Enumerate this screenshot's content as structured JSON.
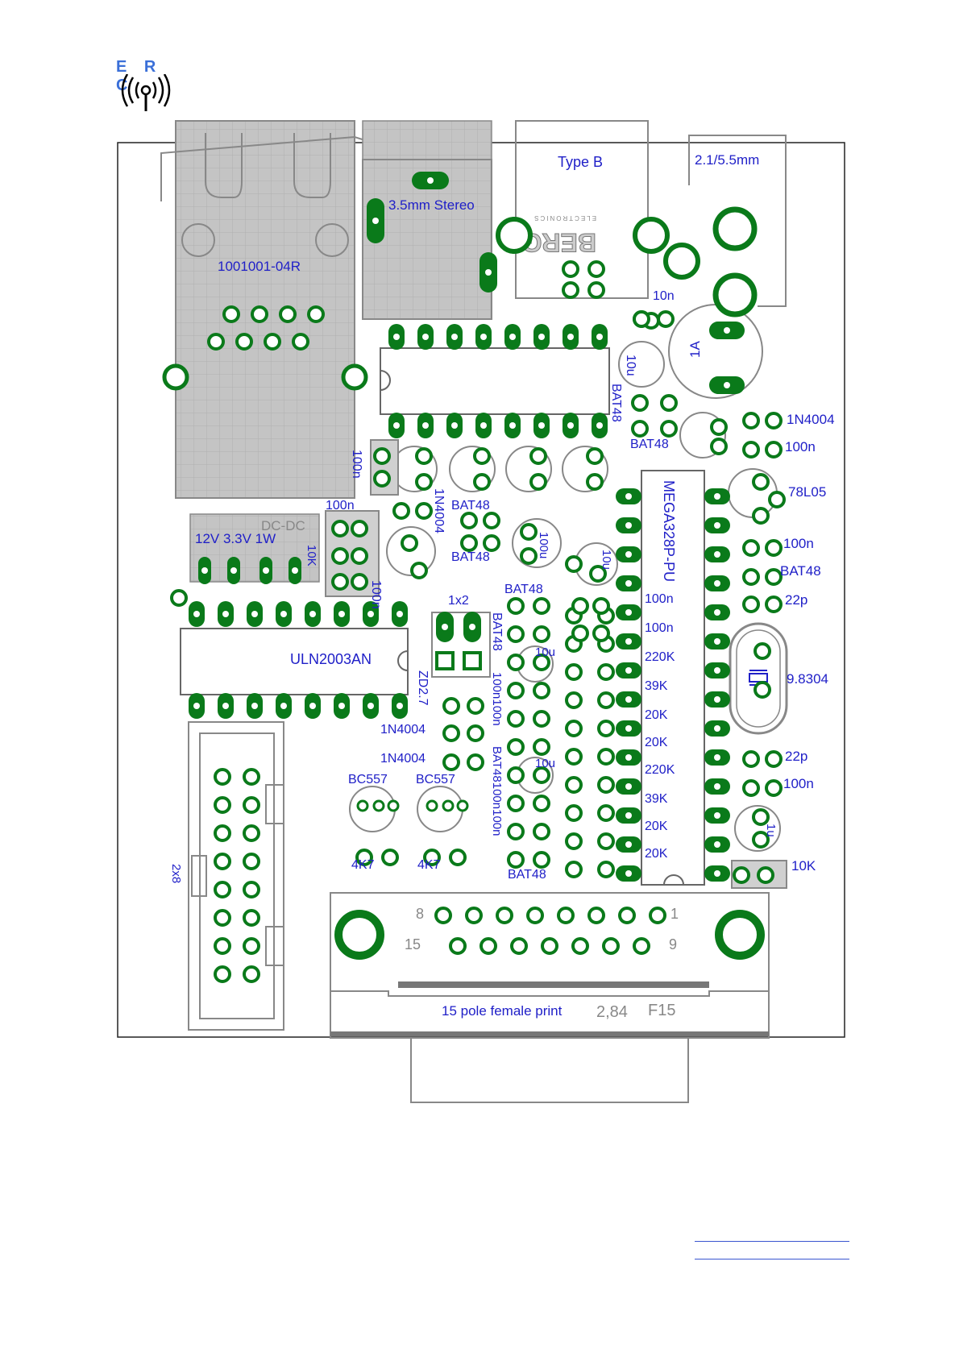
{
  "logo": {
    "letters": "E R C",
    "icon": "antenna-signal-icon"
  },
  "colors": {
    "copper": "#0a7a1a",
    "silk": "#2020c8",
    "outline": "#8a8a8a",
    "shade": "#c4c4c4",
    "link": "#3a55d0"
  },
  "labels": {
    "rj45": "1001001-04R",
    "audio_jack": "3.5mm Stereo",
    "usb": "Type B",
    "usb_brand": "BERG",
    "usb_brand_sub": "ELECTRONICS",
    "power_jack": "2.1/5.5mm",
    "dcdc_title": "DC-DC",
    "dcdc_spec": "12V 3.3V 1W",
    "uln": "ULN2003AN",
    "mcu": "MEGA328P-PU",
    "regulator": "78L05",
    "crystal": "9.8304",
    "fuse": "1A",
    "header_2x8": "2x8",
    "header_1x2": "1x2",
    "zener": "ZD2.7",
    "transistor_1": "BC557",
    "transistor_2": "BC557",
    "res_4k7_1": "4K7",
    "res_4k7_2": "4K7",
    "res_10k_right": "10K",
    "res_10k_dcdc": "10K",
    "cap_10n": "10n",
    "cap_100n_left": "100n",
    "cap_100n_dcdc_top": "100n",
    "cap_100n_dcdc_bot": "100n",
    "cap_10u_top": "10u",
    "cap_10u_mid": "10u",
    "cap_10u_a": "10u",
    "cap_10u_b": "10u",
    "cap_100u": "100u",
    "cap_1u": "1u",
    "cap_22p_top": "22p",
    "cap_22p_bot": "22p",
    "diode_1n4004_top": "1N4004",
    "diode_1n4004_vert": "1N4004",
    "diode_1n4004_a": "1N4004",
    "diode_1n4004_b": "1N4004",
    "bat48": "BAT48",
    "cap_100n_r1": "100n",
    "cap_100n_r2": "100n",
    "cap_100n_r3": "100n",
    "cap_100n_r4": "100n",
    "res_220k_1": "220K",
    "res_39k_1": "39K",
    "res_20k_1": "20K",
    "res_20k_2": "20K",
    "res_220k_2": "220K",
    "res_39k_2": "39K",
    "res_20k_3": "20K",
    "res_20k_4": "20K",
    "cap_100n_mcu_1": "100n",
    "cap_100n_mcu_2": "100n",
    "vert_col_1": "100n100n",
    "vert_col_2": "BAT48100n100n",
    "dsub_pin_8": "8",
    "dsub_pin_1": "1",
    "dsub_pin_15": "15",
    "dsub_pin_9": "9",
    "dsub_label": "15 pole female print",
    "dsub_code_a": "2,84",
    "dsub_code_b": "F15"
  }
}
